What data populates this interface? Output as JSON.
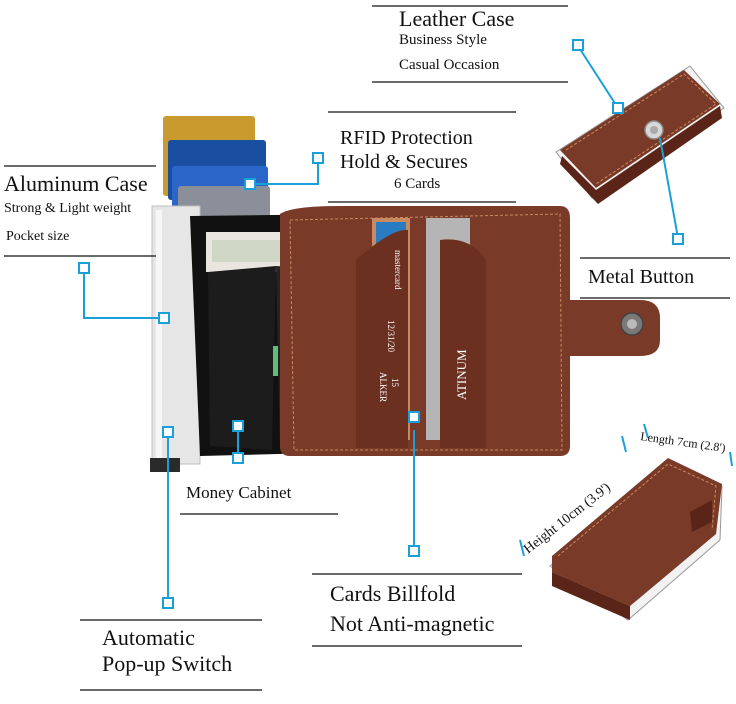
{
  "labels": {
    "leather_case": {
      "title": "Leather Case",
      "line1": "Business Style",
      "line2": "Casual Occasion"
    },
    "rfid": {
      "title": "RFID Protection",
      "line1": "Hold & Secures",
      "line2": "6 Cards"
    },
    "aluminum_case": {
      "title": "Aluminum Case",
      "line1": "Strong & Light weight",
      "line2": "Pocket size"
    },
    "metal_button": {
      "title": "Metal Button"
    },
    "money_cabinet": {
      "title": "Money Cabinet"
    },
    "cards_billfold": {
      "title": "Cards Billfold",
      "line1": "Not Anti-magnetic"
    },
    "popup_switch": {
      "title": "Automatic",
      "line1": "Pop-up Switch"
    },
    "dimensions": {
      "height": "Height  10cm (3.9')",
      "length": "Length 7cm (2.8')"
    }
  },
  "card_text": {
    "brand": "mastercard",
    "platinum": "ATINUM",
    "date": "12/31/20",
    "name": "ALKER",
    "code": "15"
  },
  "colors": {
    "callout": "#1aa0d8",
    "leather": "#7a3a28",
    "leather_dark": "#5a2518",
    "stitch": "#c98a62",
    "aluminum": "#e6e6e6"
  }
}
